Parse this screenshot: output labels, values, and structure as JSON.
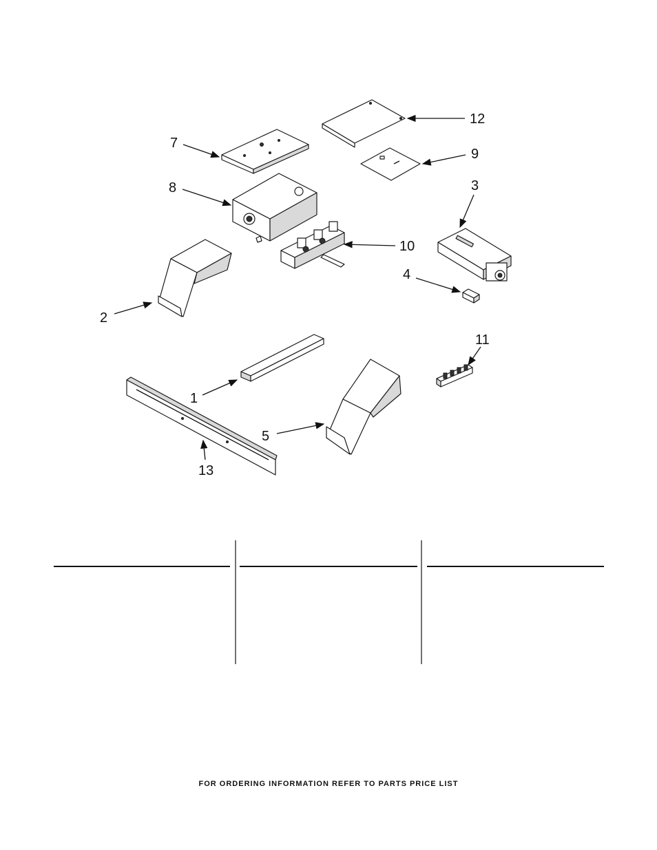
{
  "callouts": {
    "c1": "1",
    "c2": "2",
    "c3": "3",
    "c4": "4",
    "c5": "5",
    "c7": "7",
    "c8": "8",
    "c9": "9",
    "c10": "10",
    "c11": "11",
    "c12": "12",
    "c13": "13"
  },
  "footer": {
    "text": "FOR ORDERING INFORMATION REFER TO PARTS PRICE LIST"
  }
}
